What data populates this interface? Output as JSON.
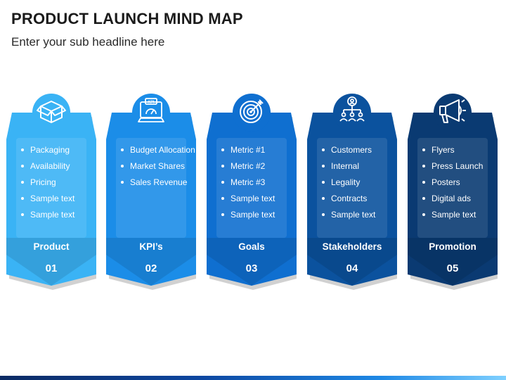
{
  "title": "PRODUCT LAUNCH MIND MAP",
  "subtitle": "Enter your sub headline here",
  "colors": {
    "c1": "#3ab3f5",
    "c2": "#1b8de8",
    "c3": "#0f6fd0",
    "c4": "#0b529e",
    "c5": "#0a3a72"
  },
  "columns": [
    {
      "icon": "box-icon",
      "items": [
        "Packaging",
        "Availability",
        "Pricing",
        "Sample text",
        "Sample text"
      ],
      "label": "Product",
      "number": "01"
    },
    {
      "icon": "kpi-dashboard-icon",
      "items": [
        "Budget Allocation",
        "Market Shares",
        "Sales Revenue"
      ],
      "label": "KPI’s",
      "number": "02"
    },
    {
      "icon": "target-icon",
      "items": [
        "Metric #1",
        "Metric #2",
        "Metric #3",
        "Sample text",
        "Sample text"
      ],
      "label": "Goals",
      "number": "03"
    },
    {
      "icon": "stakeholders-network-icon",
      "items": [
        "Customers",
        "Internal",
        "Legality",
        "Contracts",
        "Sample text"
      ],
      "label": "Stakeholders",
      "number": "04"
    },
    {
      "icon": "megaphone-icon",
      "items": [
        "Flyers",
        "Press Launch",
        "Posters",
        "Digital ads",
        "Sample text"
      ],
      "label": "Promotion",
      "number": "05"
    }
  ]
}
